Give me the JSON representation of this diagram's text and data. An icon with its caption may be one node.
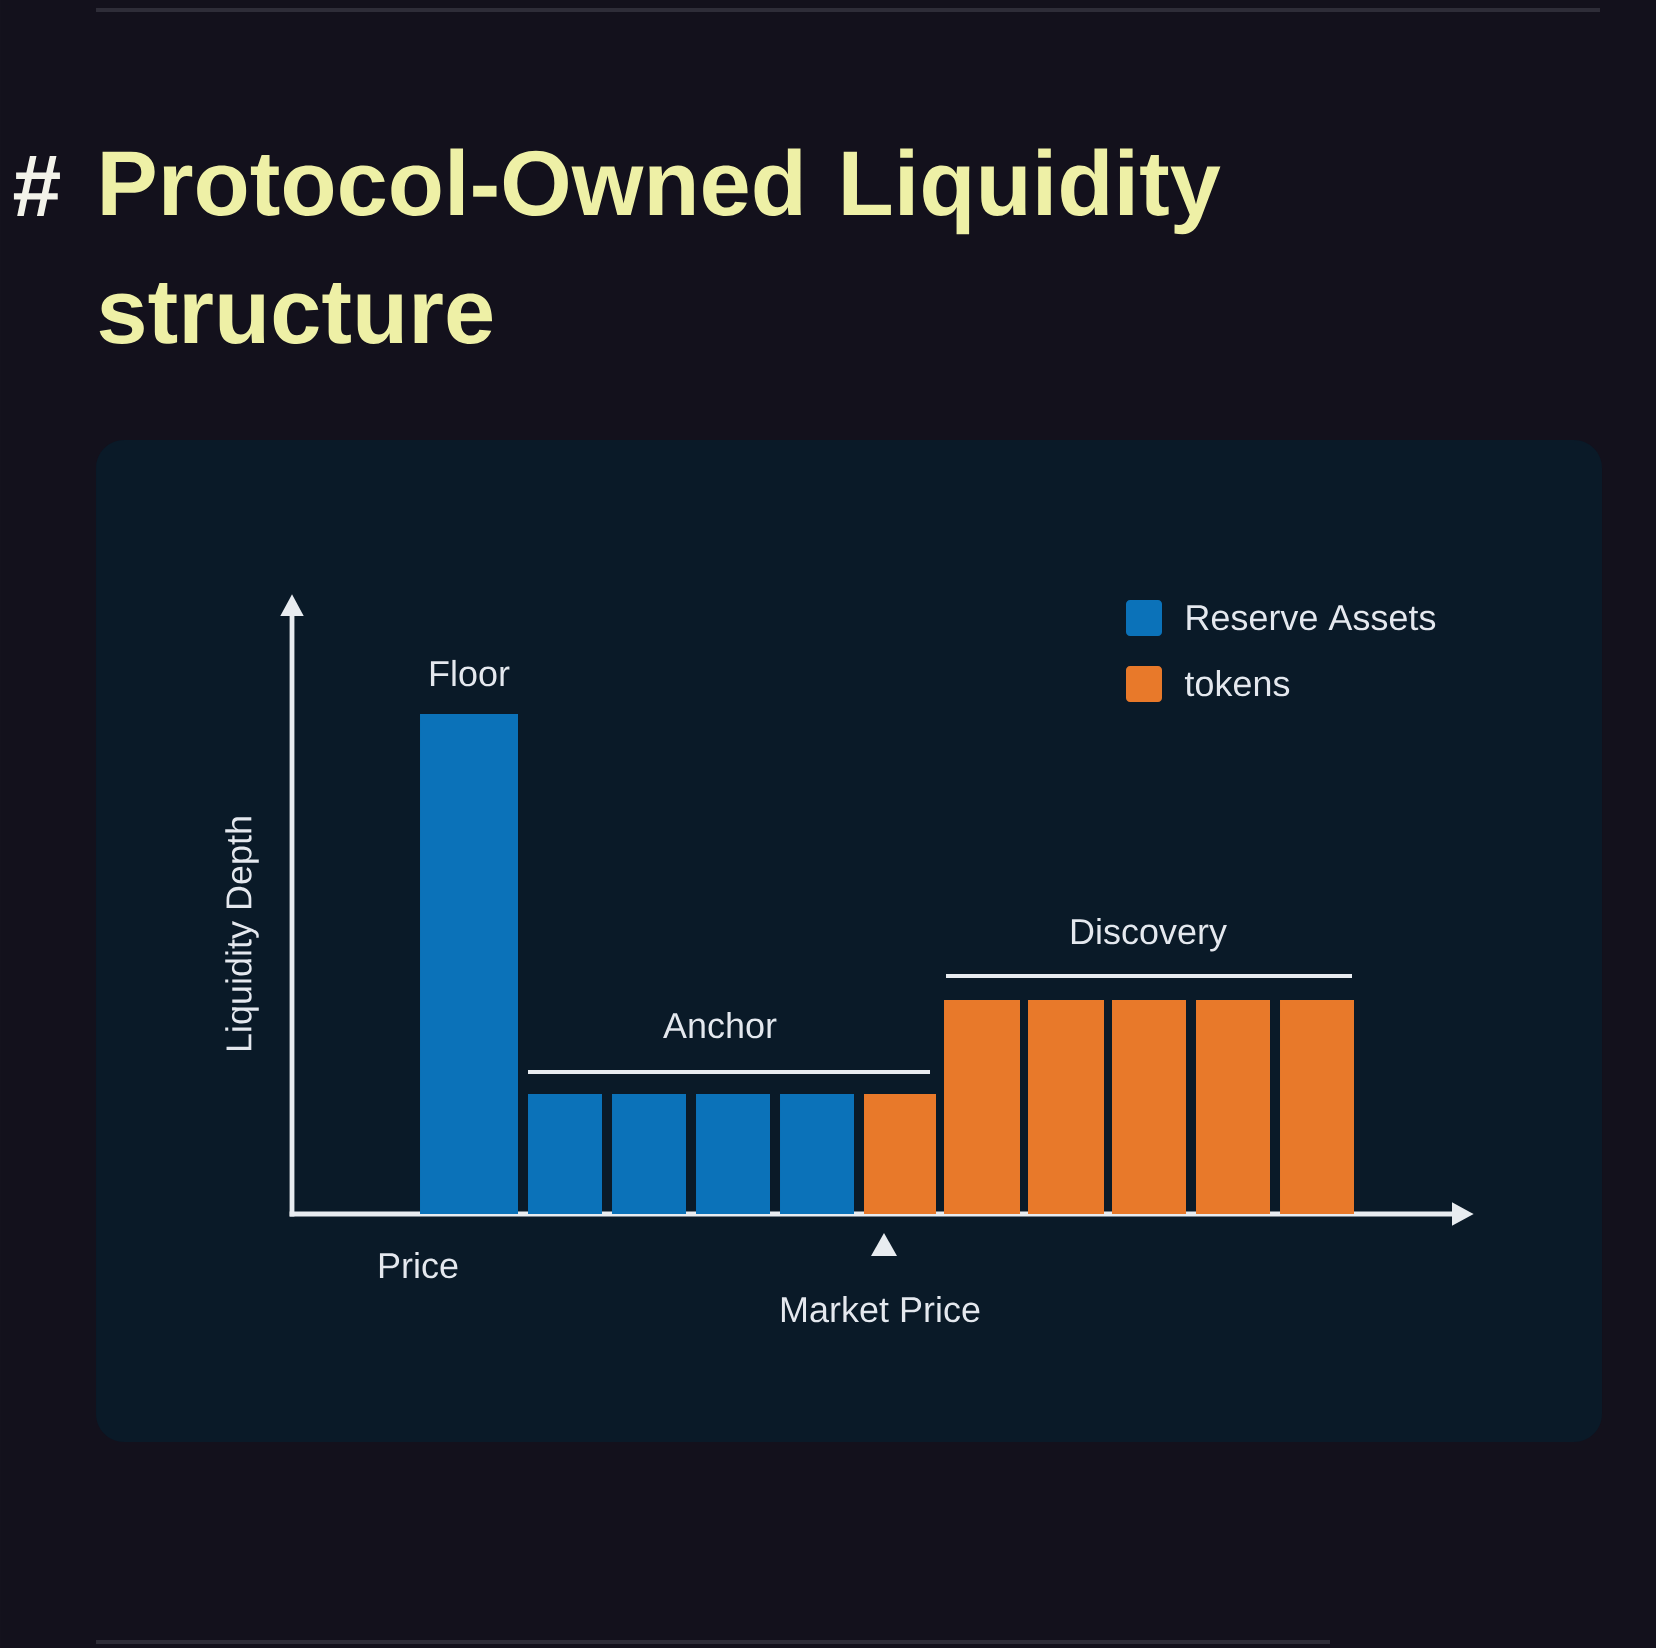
{
  "diagram": {
    "title": "Protocol-Owned Liquidity structure",
    "nodes": [
      {
        "text": [],
        "shape": "bar",
        "beside": [
          "Floor"
        ]
      },
      {
        "text": [],
        "shape": "bar"
      },
      {
        "text": [],
        "shape": "bar"
      },
      {
        "text": [],
        "shape": "bar"
      },
      {
        "text": [],
        "shape": "bar"
      },
      {
        "text": [],
        "shape": "bar"
      },
      {
        "text": [],
        "shape": "bar"
      },
      {
        "text": [],
        "shape": "bar"
      },
      {
        "text": [],
        "shape": "bar"
      },
      {
        "text": [],
        "shape": "bar"
      },
      {
        "text": [],
        "shape": "bar"
      }
    ],
    "labels": [
      "#",
      "Anchor",
      "Discovery",
      "Liquidity Depth",
      "Price",
      "Market Price"
    ],
    "legend": [
      {
        "text": "Reserve Assets",
        "color": "#0b72b9"
      },
      {
        "text": "tokens",
        "color": "#e8792a"
      }
    ]
  }
}
